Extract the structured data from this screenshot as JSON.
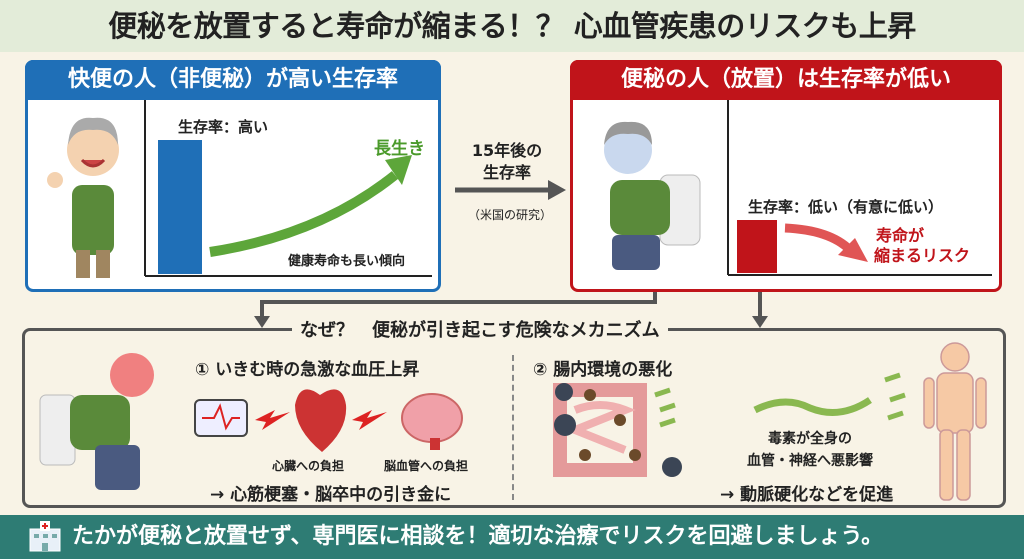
{
  "title": "便秘を放置すると寿命が縮まる！？ 心血管疾患のリスクも上昇",
  "left_panel": {
    "header": "快便の人（非便秘）が高い生存率",
    "bar_label": "生存率：高い",
    "arrow_label": "長生き",
    "note": "健康寿命も長い傾向",
    "color": "#1f6fb7"
  },
  "middle": {
    "line1": "15年後の",
    "line2": "生存率",
    "source": "（米国の研究）"
  },
  "right_panel": {
    "header": "便秘の人（放置）は生存率が低い",
    "bar_label": "生存率：低い（有意に低い）",
    "risk_line1": "寿命が",
    "risk_line2": "縮まるリスク",
    "color": "#c0141a"
  },
  "mechanism": {
    "title": "なぜ？　便秘が引き起こす危険なメカニズム",
    "section1": {
      "title": "① いきむ時の急激な血圧上昇",
      "heart_label": "心臓への負担",
      "brain_label": "脳血管への負担",
      "result": "→ 心筋梗塞・脳卒中の引き金に"
    },
    "section2": {
      "title": "② 腸内環境の悪化",
      "toxin_line1": "毒素が全身の",
      "toxin_line2": "血管・神経へ悪影響",
      "result": "→ 動脈硬化などを促進"
    }
  },
  "footer": {
    "text": "たかが便秘と放置せず、専門医に相談を！適切な治療でリスクを回避しましょう。",
    "color": "#2e7c74"
  }
}
